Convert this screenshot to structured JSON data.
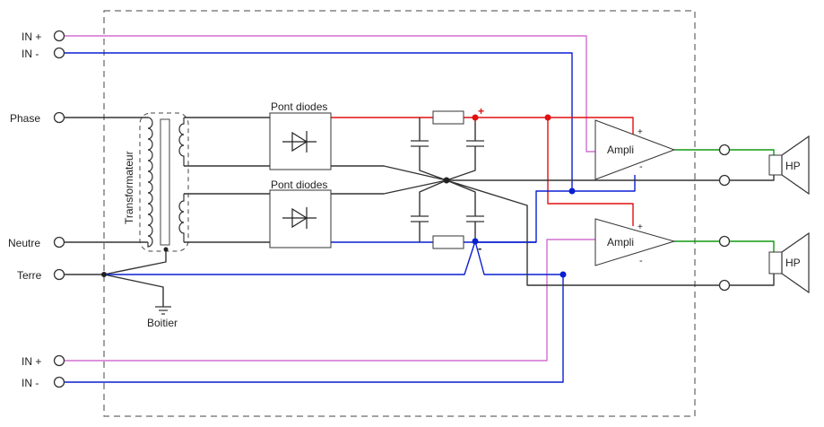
{
  "terminals": {
    "in_plus_top": "IN +",
    "in_minus_top": "IN -",
    "phase": "Phase",
    "neutre": "Neutre",
    "terre": "Terre",
    "in_plus_bottom": "IN +",
    "in_minus_bottom": "IN -"
  },
  "components": {
    "transformer": "Transformateur",
    "bridge_top": "Pont diodes",
    "bridge_bottom": "Pont diodes",
    "amp_top": "Ampli",
    "amp_bottom": "Ampli",
    "speaker_top": "HP",
    "speaker_bottom": "HP",
    "chassis": "Boitier"
  },
  "polarity": {
    "supply_plus": "+",
    "supply_minus": "-",
    "amp_top_plus": "+",
    "amp_top_minus": "-",
    "amp_bottom_plus": "+",
    "amp_bottom_minus": "-"
  },
  "colors": {
    "signal_plus": "#d070d0",
    "signal_minus": "#0a1fd0",
    "positive_rail": "#e01010",
    "output": "#109a10",
    "ground": "#333333"
  }
}
